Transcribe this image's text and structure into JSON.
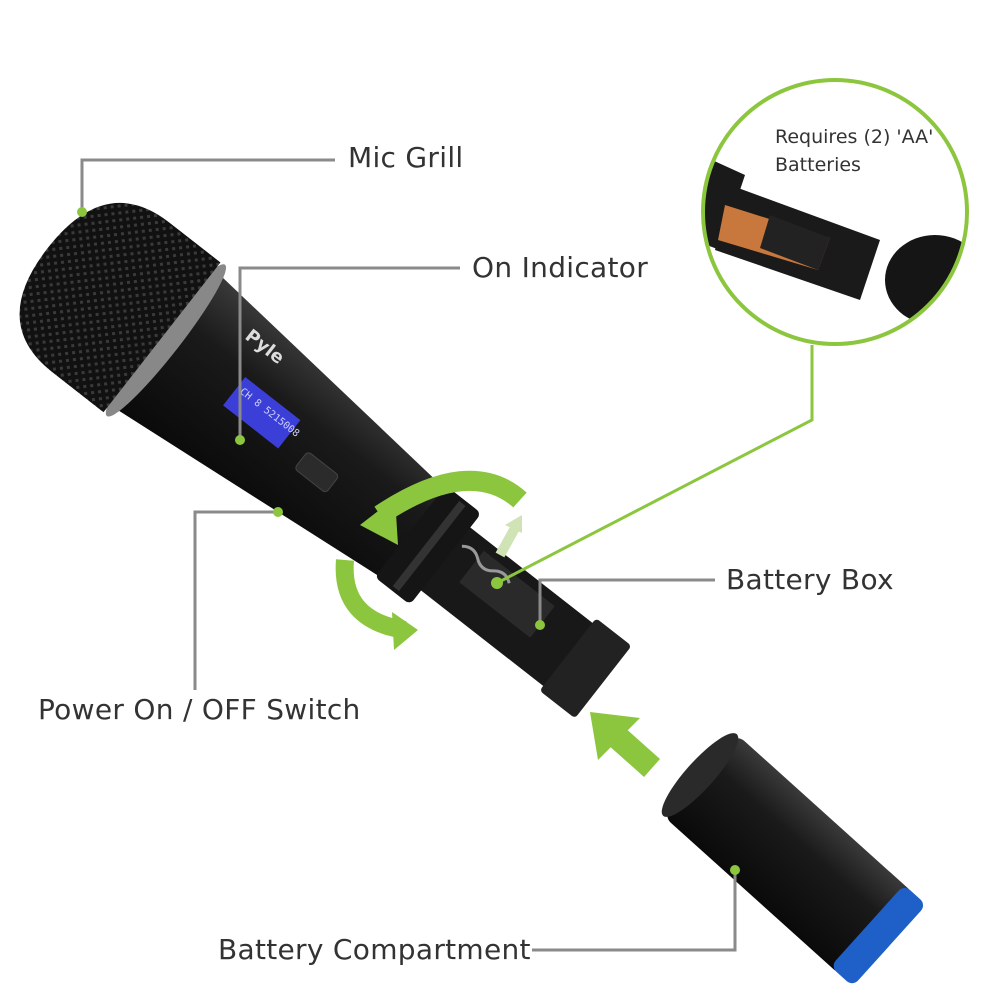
{
  "labels": {
    "mic_grill": "Mic  Grill",
    "on_indicator": "On Indicator",
    "power_switch": "Power On / OFF Switch",
    "battery_box": "Battery Box",
    "battery_compartment": "Battery Compartment"
  },
  "inset": {
    "line1": "Requires (2) 'AA'",
    "line2": "Batteries"
  },
  "product": {
    "brand_logo": "Pyle",
    "display_text": "CH 8  5215008"
  },
  "colors": {
    "accent_green": "#8cc63f",
    "leader_gray": "#8a8a8a",
    "mic_body": "#1c1c1c",
    "lcd_blue": "#3b3fd8",
    "cap_blue": "#1f5fc8"
  }
}
